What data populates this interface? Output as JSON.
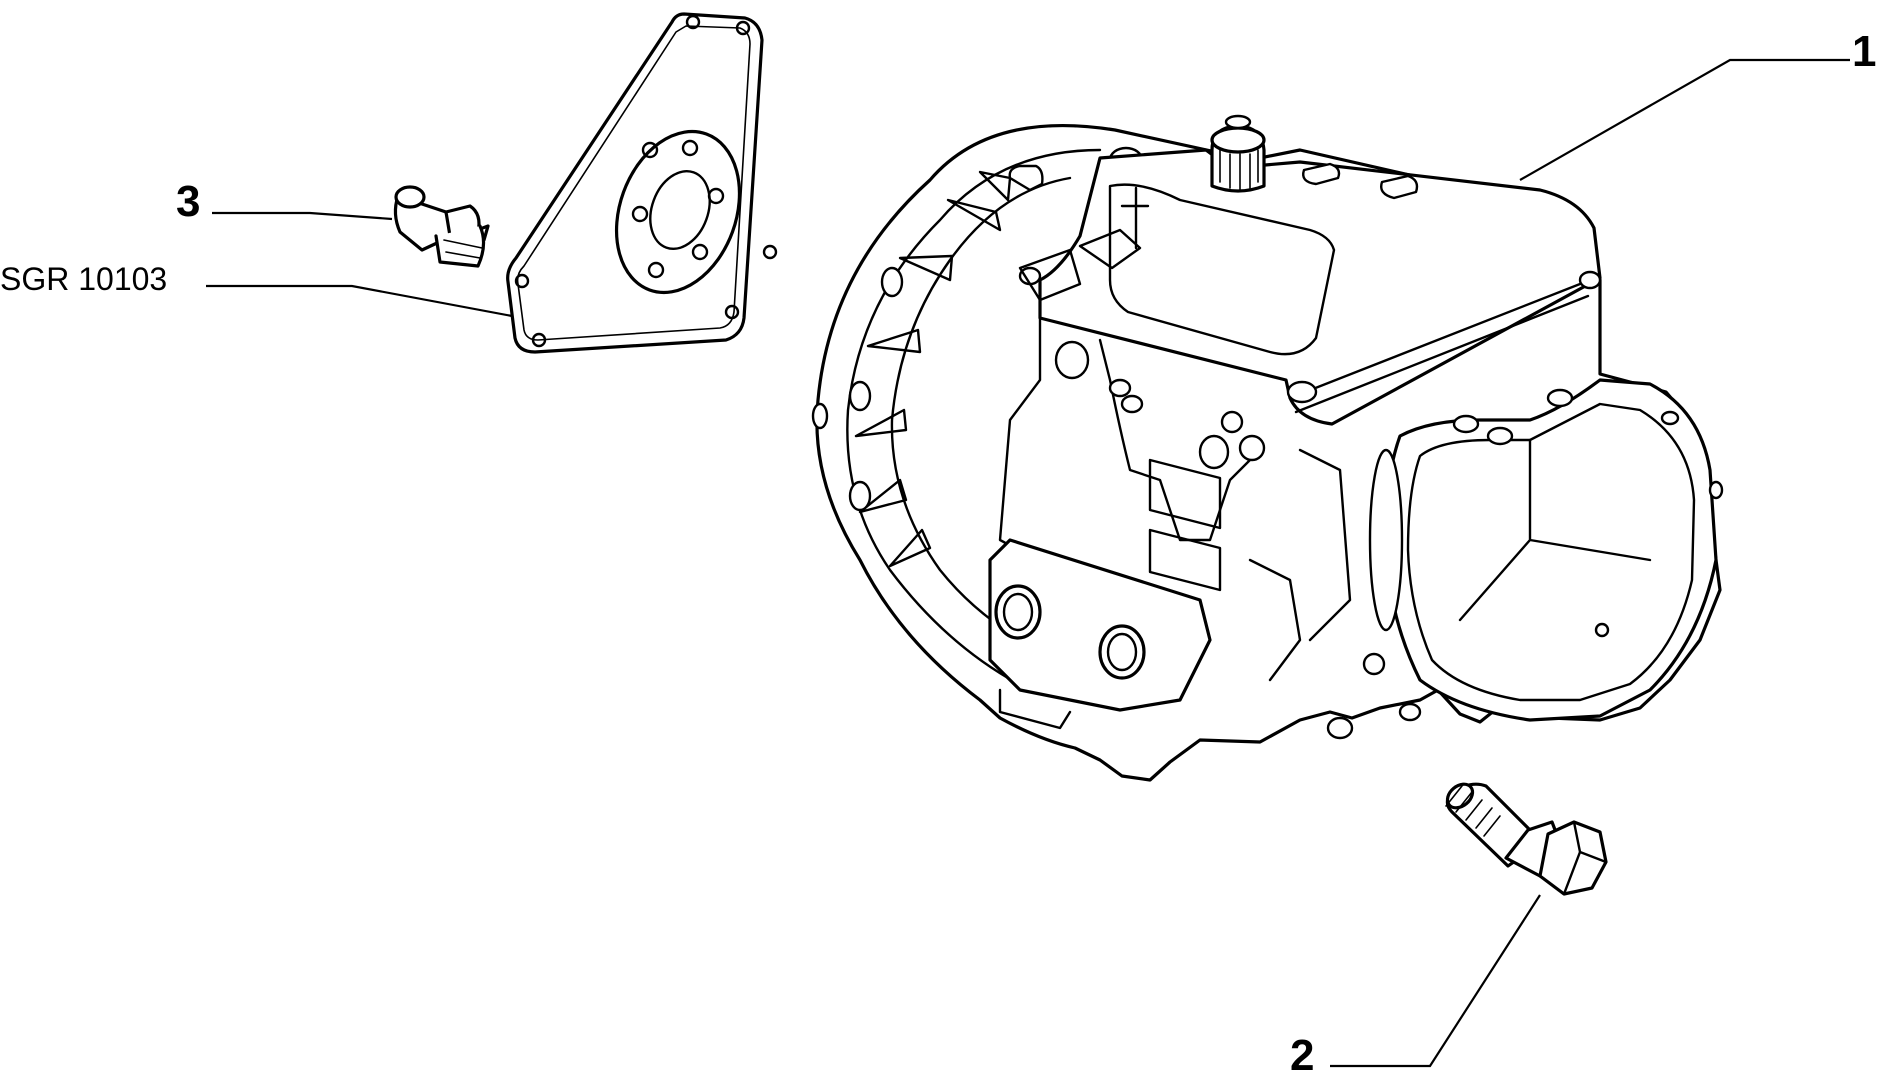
{
  "callouts": {
    "item_1": "1",
    "item_2": "2",
    "item_3": "3",
    "code_sgr": "SGR 10103"
  },
  "parts": [
    "gearbox-assembly-icon",
    "flange-bolt-icon",
    "stud-pin-icon",
    "triangular-plate-icon"
  ]
}
